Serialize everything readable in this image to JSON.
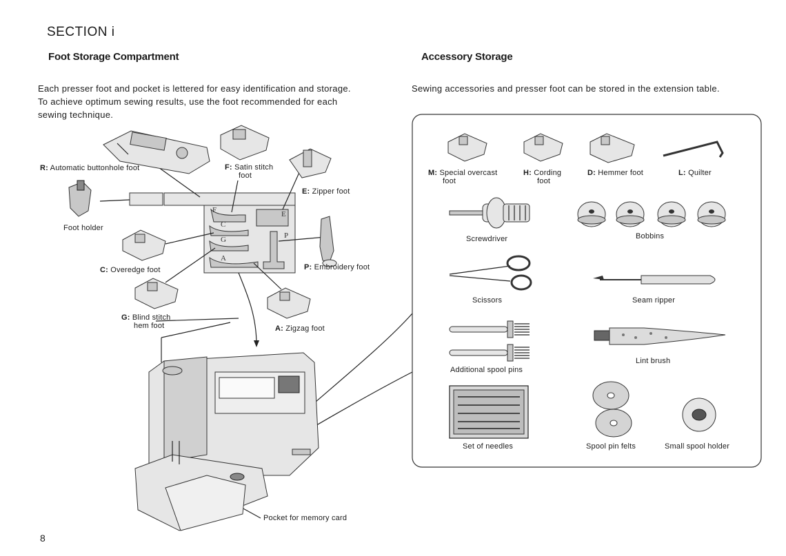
{
  "section_title": "SECTION i",
  "page_number": "8",
  "left": {
    "heading": "Foot Storage Compartment",
    "intro_lines": [
      "Each presser foot and pocket is lettered for easy identification and storage.",
      "To achieve optimum sewing results, use the foot recommended for each",
      "sewing technique."
    ],
    "labels": {
      "R": {
        "key": "R:",
        "text": "Automatic buttonhole foot"
      },
      "F": {
        "key": "F:",
        "line1": "Satin stitch",
        "line2": "foot"
      },
      "E": {
        "key": "E:",
        "text": "Zipper foot"
      },
      "foot_holder": "Foot holder",
      "C": {
        "key": "C:",
        "text": "Overedge foot"
      },
      "P": {
        "key": "P:",
        "text": "Embroidery foot"
      },
      "G": {
        "key": "G:",
        "line1": "Blind stitch",
        "line2": "hem foot"
      },
      "A": {
        "key": "A:",
        "text": "Zigzag foot"
      },
      "pocket": "Pocket for memory card"
    },
    "compartment_letters": [
      "F",
      "E",
      "C",
      "G",
      "P",
      "A"
    ]
  },
  "right": {
    "heading": "Accessory Storage",
    "intro": "Sewing accessories and presser foot can be stored in the extension table.",
    "feet": [
      {
        "key": "M:",
        "line1": "Special overcast",
        "line2": "foot"
      },
      {
        "key": "H:",
        "line1": "Cording",
        "line2": "foot"
      },
      {
        "key": "D:",
        "line1": "Hemmer foot",
        "line2": ""
      },
      {
        "key": "L:",
        "line1": "Quilter",
        "line2": ""
      }
    ],
    "items": {
      "screwdriver": "Screwdriver",
      "bobbins": "Bobbins",
      "scissors": "Scissors",
      "seam_ripper": "Seam ripper",
      "spool_pins": "Additional spool pins",
      "lint_brush": "Lint brush",
      "needles": "Set of needles",
      "spool_felts": "Spool pin felts",
      "small_spool_holder": "Small spool holder"
    }
  }
}
